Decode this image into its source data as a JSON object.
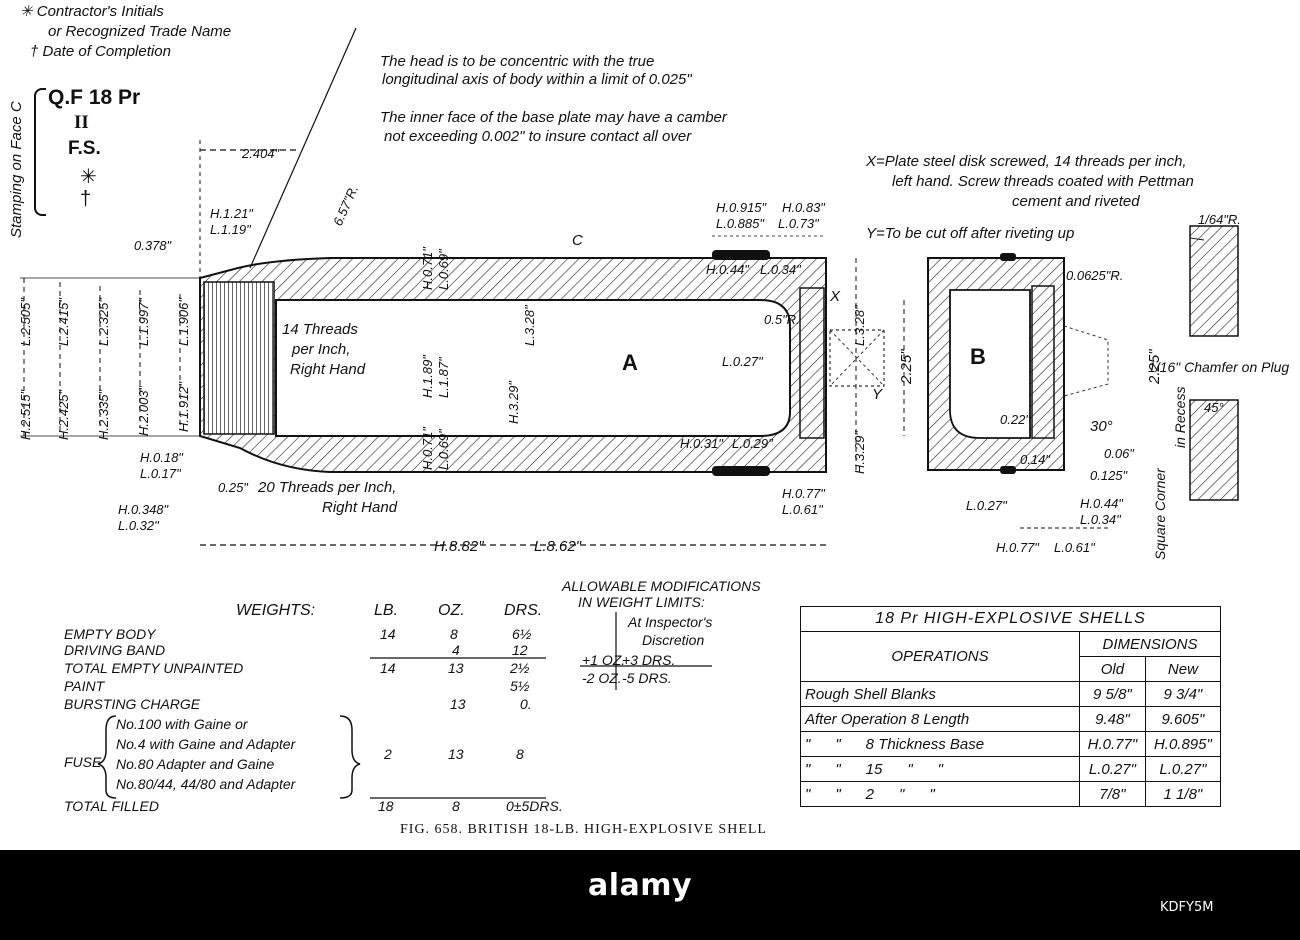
{
  "legend": {
    "contractor": "✳ Contractor's Initials",
    "trade_name": "or Recognized Trade Name",
    "date": "† Date of Completion"
  },
  "stamping": {
    "side_label": "Stamping on Face C",
    "line1": "Q.F 18 Pr",
    "line2": "II",
    "line3": "F.S.",
    "line4": "✳",
    "line5": "†"
  },
  "notes": {
    "head_concentric": "The head is to be concentric with the true",
    "head_concentric2": "longitudinal axis of body within a limit of 0.025\"",
    "base_camber": "The inner face of the base plate may have a camber",
    "base_camber2": "not exceeding 0.002\" to insure contact all over",
    "x_note": "X=Plate steel disk screwed, 14 threads per inch,",
    "x_note2": "left hand. Screw threads coated with Pettman",
    "x_note3": "cement and riveted",
    "y_note": "Y=To be cut off after riveting up"
  },
  "shell_labels": {
    "section_a": "A",
    "section_b": "B",
    "face_c": "C",
    "x": "X",
    "y": "Y",
    "threads_14": "14 Threads",
    "threads_14b": "per Inch,",
    "threads_14c": "Right Hand",
    "threads_20": "20 Threads per Inch,",
    "threads_20b": "Right Hand",
    "chamfer": "1/16\" Chamfer on Plug",
    "square_corner": "Square Corner",
    "in_recess": "in Recess"
  },
  "dimensions": {
    "d2404": "2.404\"",
    "h121": "H.1.21\"",
    "l119": "L.1.19\"",
    "r657": "6.57\"R.",
    "d0378": "0.378\"",
    "h0915": "H.0.915\"",
    "h083": "H.0.83\"",
    "l0885": "L.0.885\"",
    "l073": "L.0.73\"",
    "h044": "H.0.44\"",
    "l034": "L.0.34\"",
    "h071": "H.0.71\"",
    "l069": "L.0.69\"",
    "h071b": "H.0.71\"",
    "l069b": "L.0.69\"",
    "h189": "H.1.89\"",
    "l187": "L.1.87\"",
    "h329": "H.3.29\"",
    "l328": "L.3.28\"",
    "r05": "0.5\"R.",
    "l027": "L.0.27\"",
    "h031": "H.0.31\"",
    "l029": "L.0.29\"",
    "h2515": "H.2.515\"",
    "l2505": "L.2.505\"",
    "h2425": "H.2.425\"",
    "l2415": "L.2.415\"",
    "h2335": "H.2.335\"",
    "l2325": "L.2.325\"",
    "h2003": "H.2.003\"",
    "l1997": "L.1.997\"",
    "h1912": "H.1.912\"",
    "l1906": "L.1.906\"",
    "h018": "H.0.18\"",
    "l017": "L.0.17\"",
    "d025": "0.25\"",
    "h0348": "H.0.348\"",
    "l032": "L.0.32\"",
    "h882": "H.8.82\"",
    "l862": "L.8.62\"",
    "h077": "H.0.77\"",
    "l061": "L.0.61\"",
    "l328r": "L.3.28\"",
    "h329r": "H.3.29\"",
    "d225": "2.25\"",
    "d225b": "2.25\"",
    "r00625": "0.0625\"R.",
    "d022": "0.22\"",
    "d014": "0.14\"",
    "a30": "30°",
    "d006": "0.06\"",
    "d0125": "0.125\"",
    "l027b": "L.0.27\"",
    "h044b": "H.0.44\"",
    "l034b": "L.0.34\"",
    "h077b": "H.0.77\"",
    "l061b": "L.0.61\"",
    "r164": "1/64\"R.",
    "a45": "45°"
  },
  "weights": {
    "heading": "WEIGHTS:",
    "col_lb": "LB.",
    "col_oz": "OZ.",
    "col_drs": "DRS.",
    "rows": [
      {
        "label": "EMPTY BODY",
        "lb": "14",
        "oz": "8",
        "drs": "6½"
      },
      {
        "label": "DRIVING BAND",
        "lb": "",
        "oz": "4",
        "drs": "12"
      },
      {
        "label": "TOTAL EMPTY UNPAINTED",
        "lb": "14",
        "oz": "13",
        "drs": "2½"
      },
      {
        "label": "PAINT",
        "lb": "",
        "oz": "",
        "drs": "5½"
      },
      {
        "label": "BURSTING CHARGE",
        "lb": "",
        "oz": "13",
        "drs": "0."
      }
    ],
    "fuse_label": "FUSE",
    "fuse_options": [
      "No.100 with Gaine or",
      "No.4 with Gaine and Adapter",
      "No.80 Adapter and Gaine",
      "No.80/44, 44/80 and Adapter"
    ],
    "fuse_lb": "2",
    "fuse_oz": "13",
    "fuse_drs": "8",
    "total_label": "TOTAL FILLED",
    "total_lb": "18",
    "total_oz": "8",
    "total_drs": "0±5DRS."
  },
  "modifications": {
    "title1": "ALLOWABLE MODIFICATIONS",
    "title2": "IN WEIGHT LIMITS:",
    "col_head1": "At Inspector's",
    "col_head2": "Discretion",
    "r1a": "+1 OZ.",
    "r1b": "+3 DRS.",
    "r2a": "-2 OZ.",
    "r2b": "-5 DRS."
  },
  "ops_table": {
    "title": "18 Pr HIGH-EXPLOSIVE SHELLS",
    "col_ops": "OPERATIONS",
    "col_dims": "DIMENSIONS",
    "col_old": "Old",
    "col_new": "New",
    "rows": [
      {
        "op": "Rough Shell Blanks",
        "old": "9 5/8\"",
        "new": "9 3/4\""
      },
      {
        "op": "After Operation 8 Length",
        "old": "9.48\"",
        "new": "9.605\""
      },
      {
        "op": "\"      \"      8 Thickness Base",
        "old": "H.0.77\"",
        "new": "H.0.895\""
      },
      {
        "op": "\"      \"      15      \"      \"",
        "old": "L.0.27\"",
        "new": "L.0.27\""
      },
      {
        "op": "\"      \"      2      \"      \"",
        "old": "7/8\"",
        "new": "1 1/8\""
      }
    ]
  },
  "caption": "FIG. 658.   BRITISH 18-LB. HIGH-EXPLOSIVE SHELL",
  "watermark": {
    "brand": "alamy",
    "code": "KDFY5M"
  }
}
